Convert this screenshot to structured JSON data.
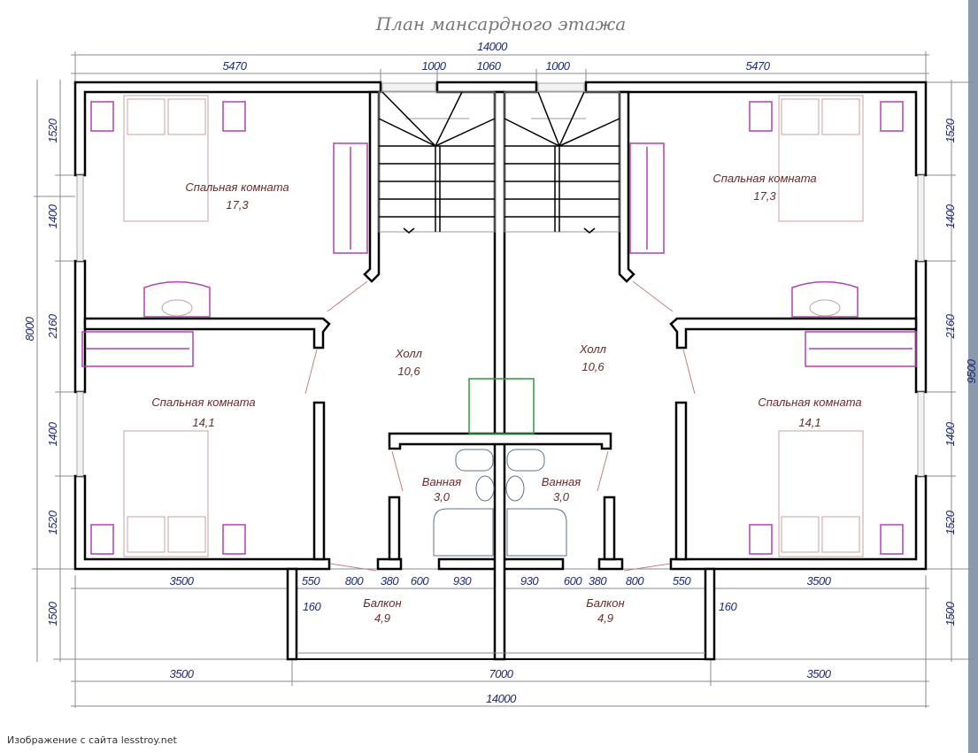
{
  "title": "План мансардного этажа",
  "caption": "Изображение с сайта lesstroy.net",
  "colors": {
    "dimensions": "#1d2a7a",
    "room_labels": "#6a2a2a",
    "furniture": "#b040b0",
    "walls": "#000000",
    "stair_void": "#2a9a3a"
  },
  "top_dims": {
    "total": "14000",
    "segments": [
      "5470",
      "1000",
      "1060",
      "1000",
      "5470"
    ]
  },
  "left_dims": {
    "total": "8000",
    "segments": [
      "1520",
      "1400",
      "2160",
      "1400",
      "1520"
    ],
    "balcony": "1500"
  },
  "right_dims": {
    "total_partial": "9500",
    "segments": [
      "1520",
      "1400",
      "2160",
      "1400",
      "1520"
    ],
    "balcony": "1500"
  },
  "bottom_dims": {
    "row1": [
      "3500",
      "550",
      "800",
      "380",
      "600",
      "930",
      "930",
      "600",
      "380",
      "800",
      "550",
      "3500"
    ],
    "row2": [
      "3500",
      "7000",
      "3500"
    ],
    "total": "14000",
    "wall_thickness": [
      "160",
      "160"
    ]
  },
  "rooms": [
    {
      "name": "Спальная комната",
      "area": "17,3"
    },
    {
      "name": "Спальная комната",
      "area": "17,3"
    },
    {
      "name": "Спальная комната",
      "area": "14,1"
    },
    {
      "name": "Спальная комната",
      "area": "14,1"
    },
    {
      "name": "Холл",
      "area": "10,6"
    },
    {
      "name": "Холл",
      "area": "10,6"
    },
    {
      "name": "Ванная",
      "area": "3,0"
    },
    {
      "name": "Ванная",
      "area": "3,0"
    },
    {
      "name": "Балкон",
      "area": "4,9"
    },
    {
      "name": "Балкон",
      "area": "4,9"
    }
  ]
}
